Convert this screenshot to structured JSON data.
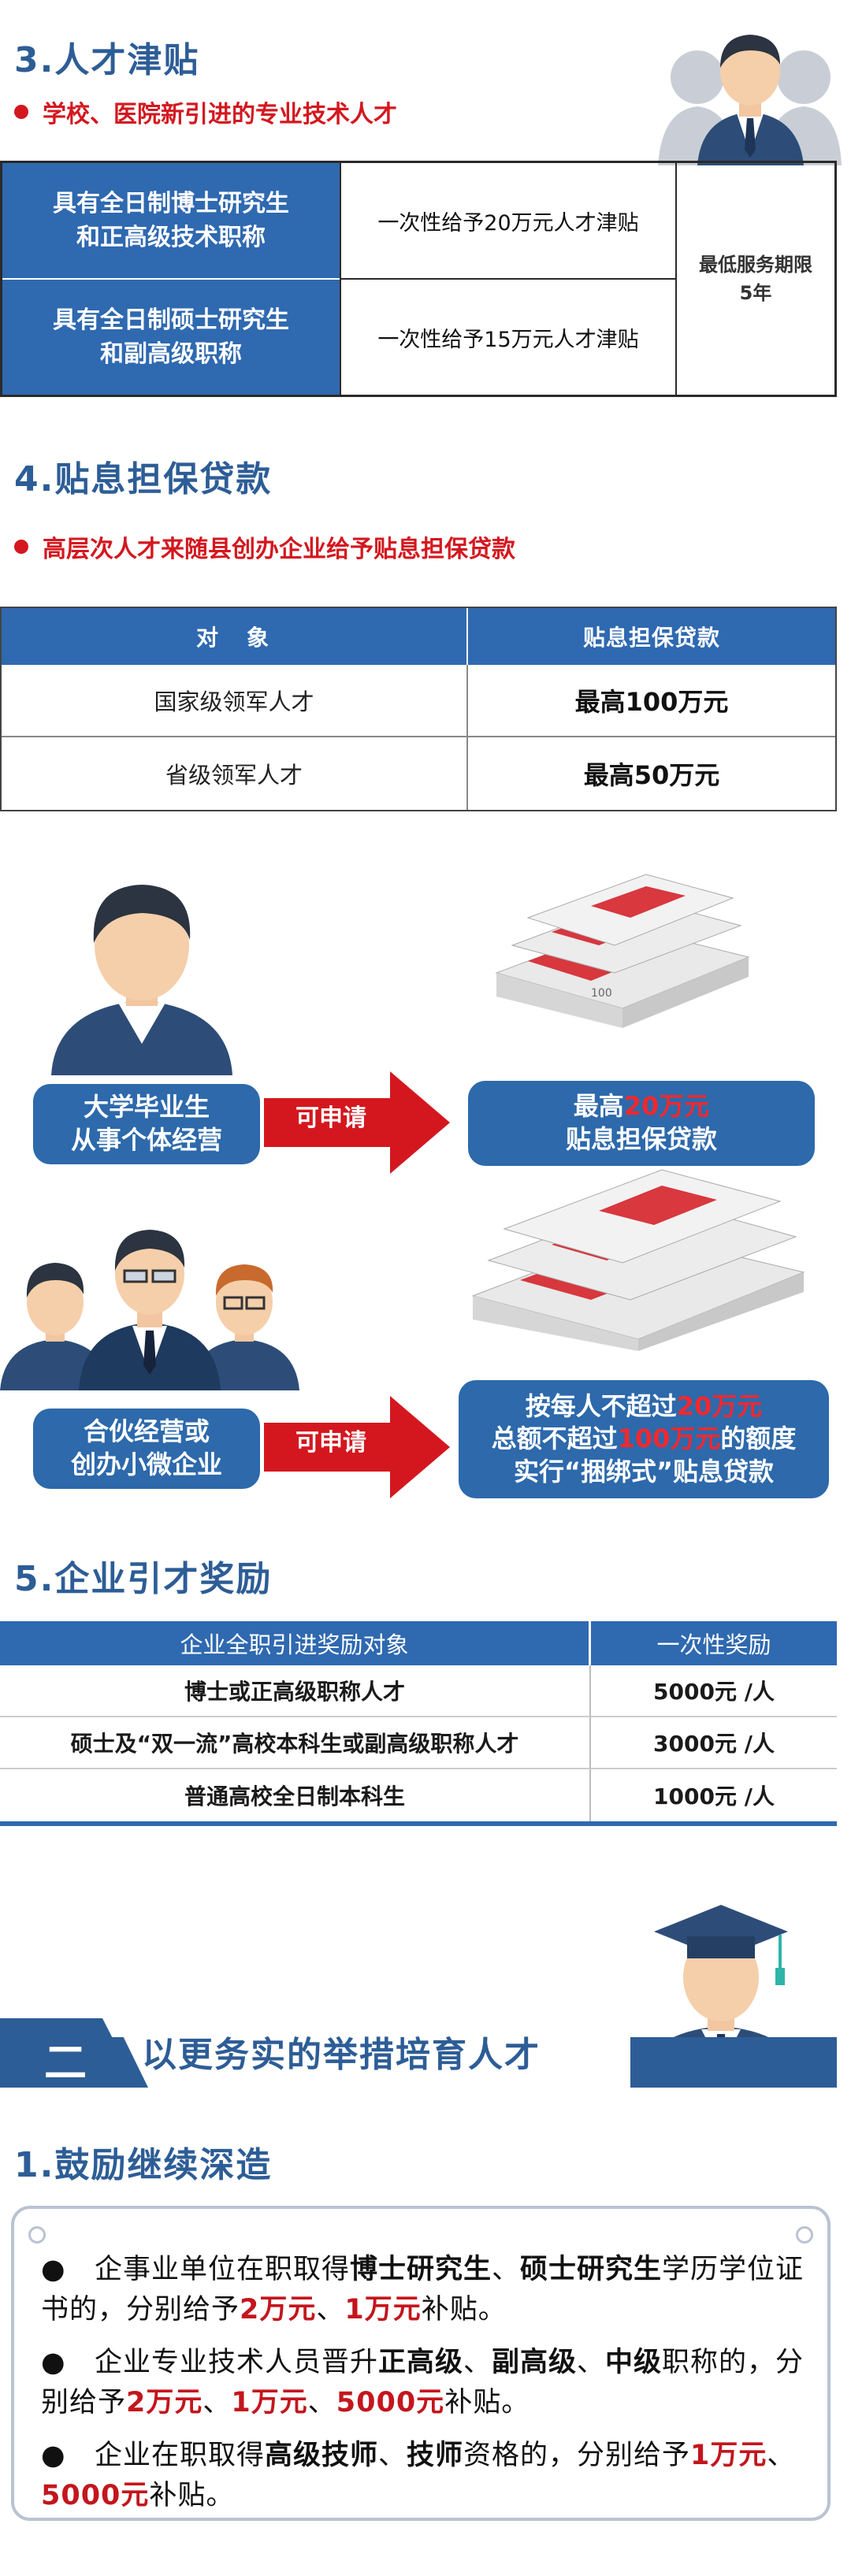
{
  "section3": {
    "title": "3.人才津贴",
    "subtitle": "学校、医院新引进的专业技术人才",
    "rows": [
      {
        "label_l1": "具有全日制博士研究生",
        "label_l2": "和正高级技术职称",
        "benefit": "一次性给予20万元人才津贴"
      },
      {
        "label_l1": "具有全日制硕士研究生",
        "label_l2": "和副高级职称",
        "benefit": "一次性给予15万元人才津贴"
      }
    ],
    "right_l1": "最低服务期限",
    "right_l2": "5年"
  },
  "section4": {
    "title": "4.贴息担保贷款",
    "subtitle": "高层次人才来随县创办企业给予贴息担保贷款",
    "headers": [
      "对　象",
      "贴息担保贷款"
    ],
    "rows": [
      {
        "target": "国家级领军人才",
        "loan": "最高100万元"
      },
      {
        "target": "省级领军人才",
        "loan": "最高50万元"
      }
    ]
  },
  "flow": {
    "row1": {
      "left_l1": "大学毕业生",
      "left_l2": "从事个体经营",
      "arrow": "可申请",
      "right_pre": "最高",
      "right_red": "20万元",
      "right_l2": "贴息担保贷款"
    },
    "row2": {
      "left_l1": "合伙经营或",
      "left_l2": "创办小微企业",
      "arrow": "可申请",
      "r_l1_pre": "按每人不超过",
      "r_l1_red": "20万元",
      "r_l2_pre": "总额不超过",
      "r_l2_red": "100万元",
      "r_l2_post": "的额度",
      "r_l3": "实行“捆绑式”贴息贷款"
    },
    "cash_label": "100"
  },
  "section5": {
    "title": "5.企业引才奖励",
    "headers": [
      "企业全职引进奖励对象",
      "一次性奖励"
    ],
    "rows": [
      {
        "target": "博士或正高级职称人才",
        "reward": "5000元 /人"
      },
      {
        "target": "硕士及“双一流”高校本科生或副高级职称人才",
        "reward": "3000元 /人"
      },
      {
        "target": "普通高校全日制本科生",
        "reward": "1000元 /人"
      }
    ]
  },
  "banner": {
    "number": "二",
    "text": "以更务实的举措培育人才"
  },
  "section_b1": {
    "title": "1.鼓励继续深造",
    "p1": {
      "bullet": "●",
      "t1": "企事业单位在职取得",
      "b1": "博士研究生",
      "t2": "、",
      "b2": "硕士研究生",
      "t3": "学历学位证书的，分别给予",
      "r1": "2万元",
      "t4": "、",
      "r2": "1万元",
      "t5": "补贴。"
    },
    "p2": {
      "bullet": "●",
      "t1": "企业专业技术人员晋升",
      "b1": "正高级",
      "t2": "、",
      "b2": "副高级",
      "t3": "、",
      "b3": "中级",
      "t4": "职称的，分别给予",
      "r1": "2万元",
      "t5": "、",
      "r2": "1万元",
      "t6": "、",
      "r3": "5000元",
      "t7": "补贴。"
    },
    "p3": {
      "bullet": "●",
      "t1": "企业在职取得",
      "b1": "高级技师",
      "t2": "、",
      "b2": "技师",
      "t3": "资格的，分别给予",
      "r1": "1万元",
      "t4": "、",
      "r2": "5000元",
      "t5": "补贴。"
    }
  },
  "colors": {
    "primary_blue": "#2f69b0",
    "title_blue": "#2d5d96",
    "accent_red": "#d4171f"
  }
}
